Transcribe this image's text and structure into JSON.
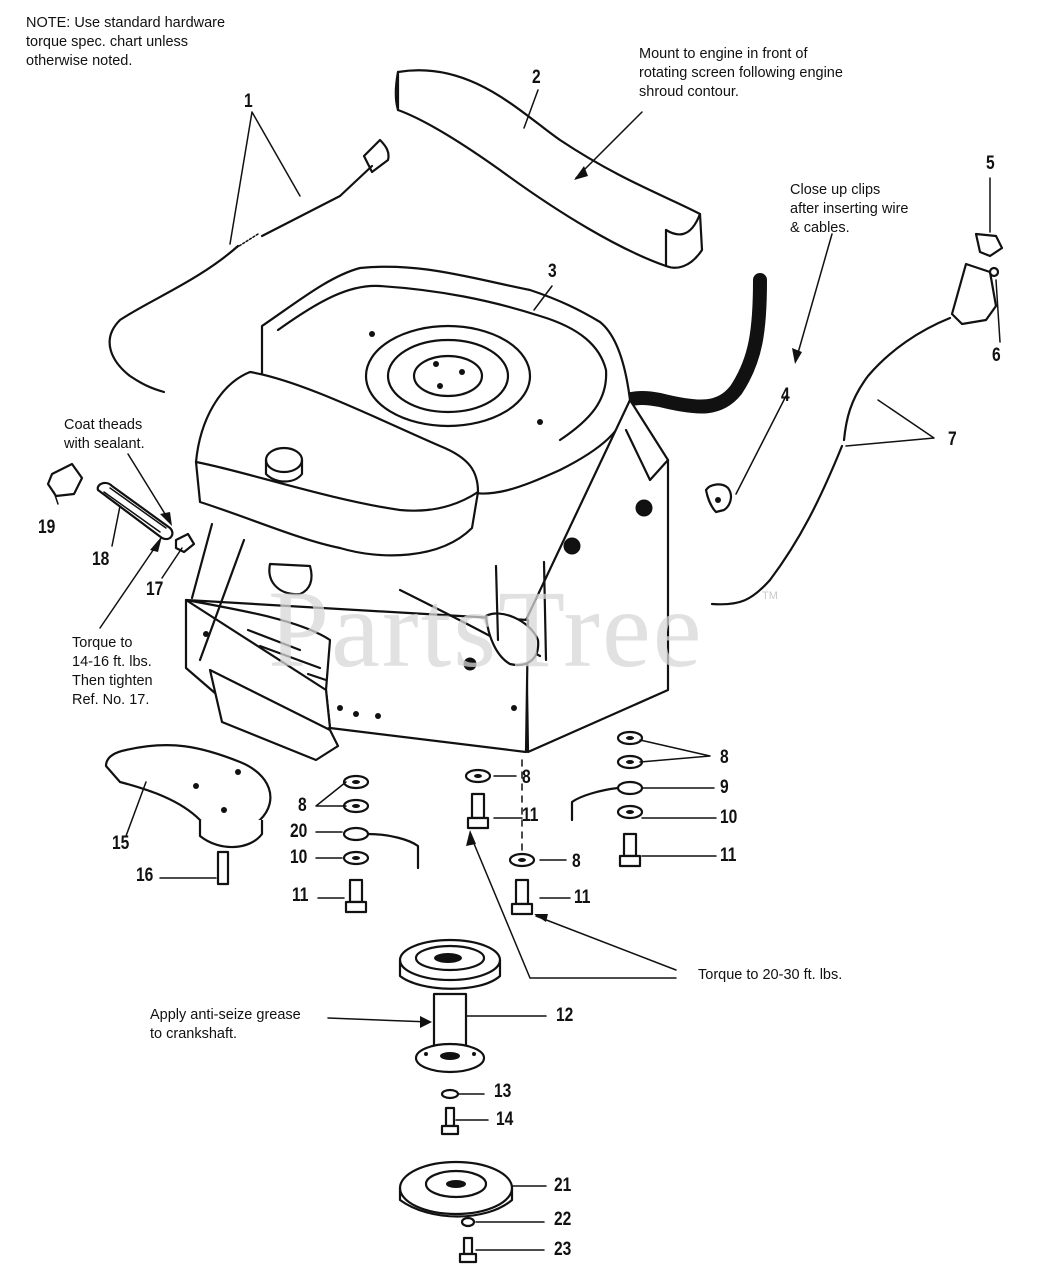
{
  "watermark": "PartsTree",
  "watermark_mark": "TM",
  "notes": {
    "hardware_note": "NOTE: Use standard hardware\ntorque spec. chart unless\notherwise noted.",
    "mount_note": "Mount to engine in front of\nrotating screen following engine\nshroud contour.",
    "clips_note": "Close up clips\nafter inserting wire\n& cables.",
    "sealant_note": "Coat theads\nwith sealant.",
    "torque_fitting_note": "Torque to\n14-16 ft. lbs.\nThen tighten\nRef. No. 17.",
    "torque_bolts_note": "Torque to 20-30 ft. lbs.",
    "grease_note": "Apply anti-seize grease\nto crankshaft."
  },
  "callouts": [
    "1",
    "2",
    "3",
    "4",
    "5",
    "6",
    "7",
    "8",
    "8",
    "8",
    "8",
    "9",
    "10",
    "10",
    "11",
    "11",
    "11",
    "11",
    "12",
    "13",
    "14",
    "15",
    "16",
    "17",
    "18",
    "19",
    "20",
    "21",
    "22",
    "23"
  ]
}
